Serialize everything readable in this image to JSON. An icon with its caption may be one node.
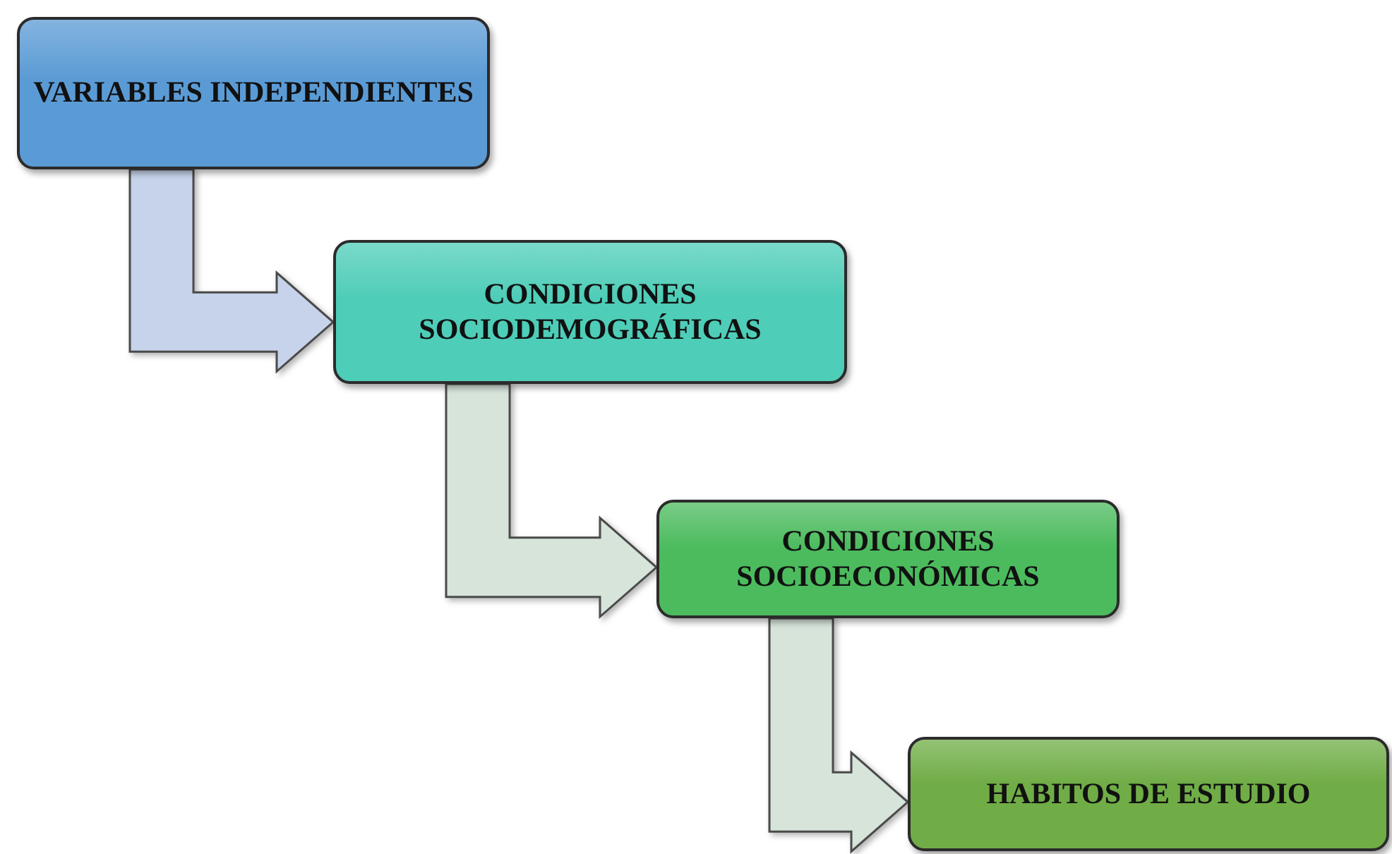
{
  "diagram": {
    "nodes": [
      {
        "text": [
          "VARIABLES INDEPENDIENTES"
        ]
      },
      {
        "text": [
          "CONDICIONES SOCIODEMOGRÁFICAS"
        ]
      },
      {
        "text": [
          "CONDICIONES SOCIOECONÓMICAS"
        ]
      },
      {
        "text": [
          "HABITOS DE ESTUDIO"
        ]
      }
    ],
    "edges": [
      {
        "from": 0,
        "to": 1,
        "arrow": "to",
        "color": "#c6d3ea"
      },
      {
        "from": 1,
        "to": 2,
        "arrow": "to"
      },
      {
        "from": 2,
        "to": 3,
        "arrow": "to"
      }
    ]
  }
}
